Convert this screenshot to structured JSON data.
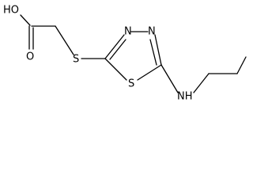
{
  "molecule": {
    "labels": {
      "hydroxyl": "HO",
      "carbonyl_oxygen": "O",
      "thioether_sulfur": "S",
      "ring_nitrogen_left": "N",
      "ring_nitrogen_right": "N",
      "ring_sulfur": "S",
      "amine": "NH"
    },
    "colors": {
      "bond": "#000000",
      "label": "#000000",
      "background": "#ffffff"
    }
  }
}
